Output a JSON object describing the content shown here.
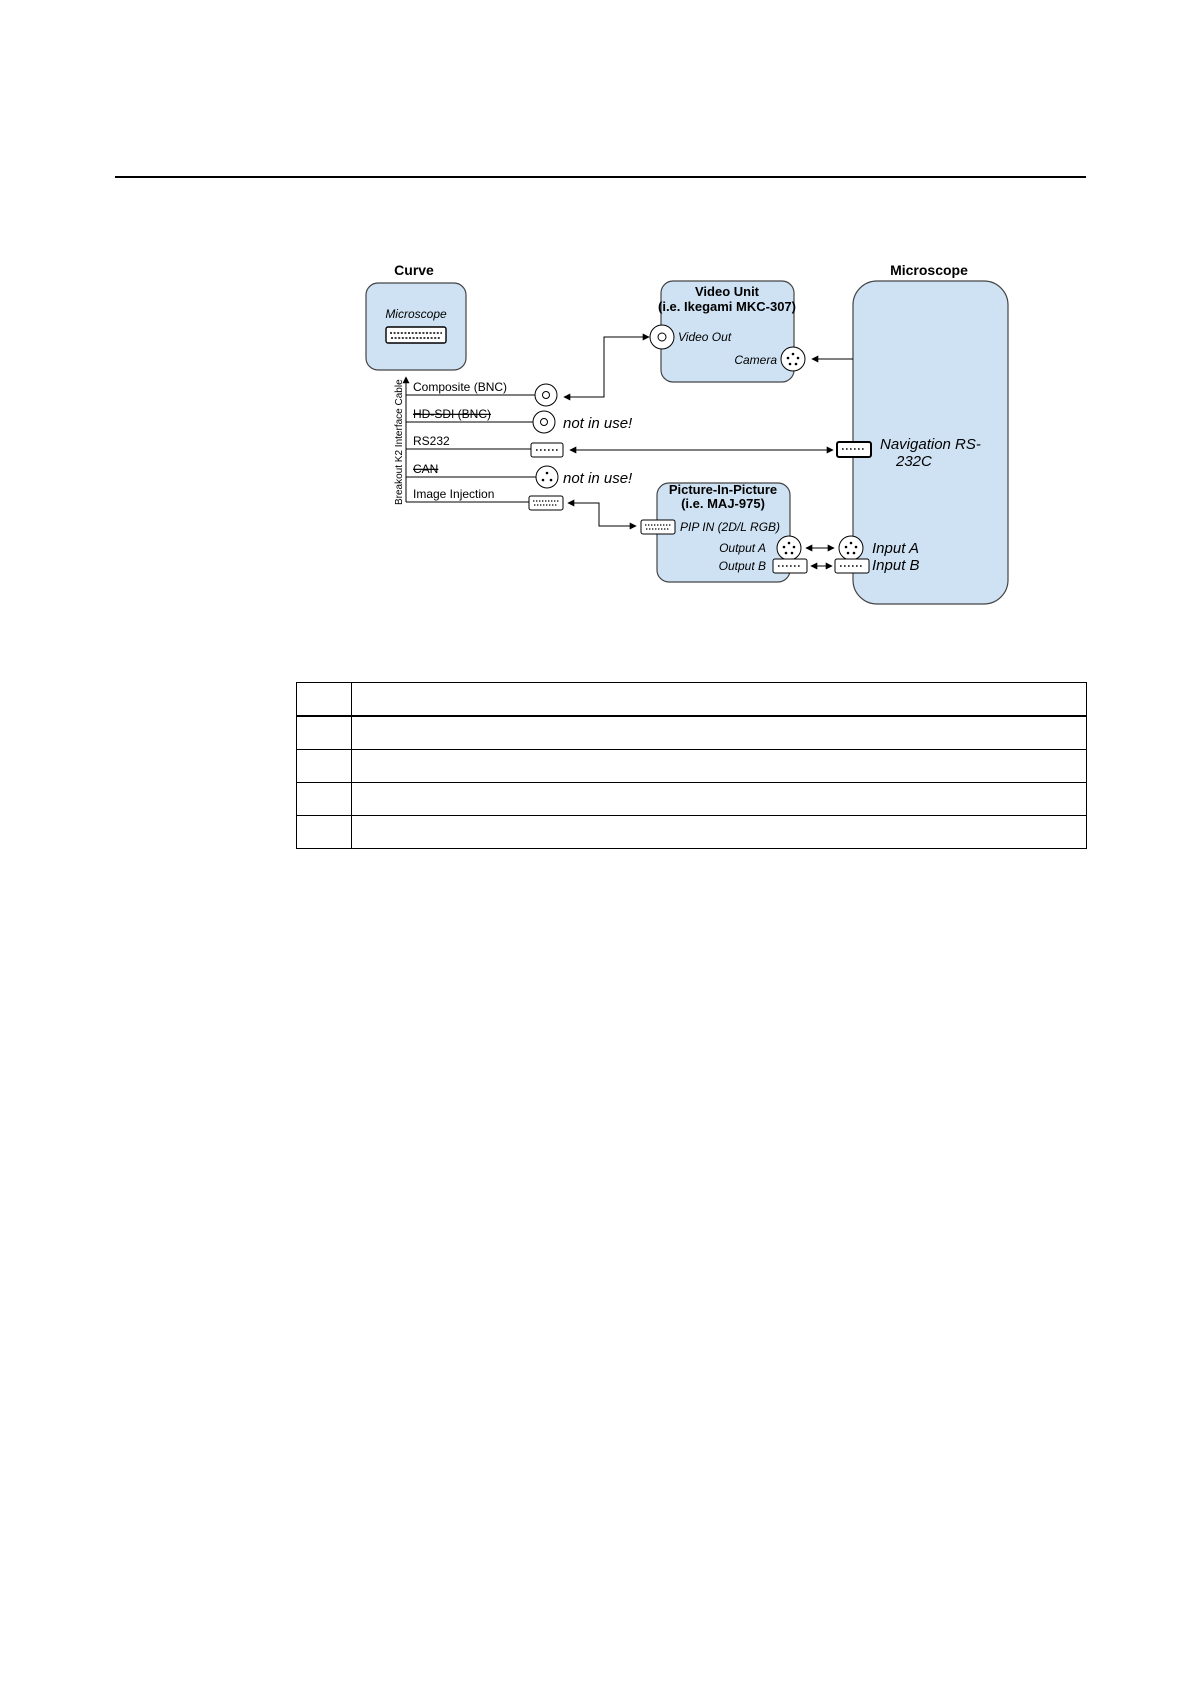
{
  "diagram": {
    "curve": {
      "title": "Curve",
      "port_label": "Microscope"
    },
    "cable_label": "Breakout K2 Interface Cable",
    "cables": [
      {
        "label": "Composite (BNC)",
        "struck": false,
        "note": ""
      },
      {
        "label": "HD-SDI (BNC)",
        "struck": true,
        "note": "not in use!"
      },
      {
        "label": "RS232",
        "struck": false,
        "note": ""
      },
      {
        "label": "CAN",
        "struck": true,
        "note": "not in use!"
      },
      {
        "label": "Image Injection",
        "struck": false,
        "note": ""
      }
    ],
    "video_unit": {
      "title_line1": "Video Unit",
      "title_line2": "(i.e. Ikegami MKC-307)",
      "video_out": "Video Out",
      "camera": "Camera"
    },
    "pip": {
      "title_line1": "Picture-In-Picture",
      "title_line2": "(i.e. MAJ-975)",
      "pip_in": "PIP IN (2D/L RGB)",
      "output_a": "Output A",
      "output_b": "Output B"
    },
    "microscope": {
      "title": "Microscope",
      "navigation_line1": "Navigation RS-",
      "navigation_line2": "232C",
      "input_a": "Input A",
      "input_b": "Input B"
    },
    "colors": {
      "box_fill": "#cfe2f3",
      "box_stroke": "#444444",
      "line": "#000000"
    }
  },
  "table": {
    "header": [
      "",
      ""
    ],
    "rows": [
      [
        "",
        ""
      ],
      [
        "",
        ""
      ],
      [
        "",
        ""
      ],
      [
        "",
        ""
      ]
    ]
  }
}
